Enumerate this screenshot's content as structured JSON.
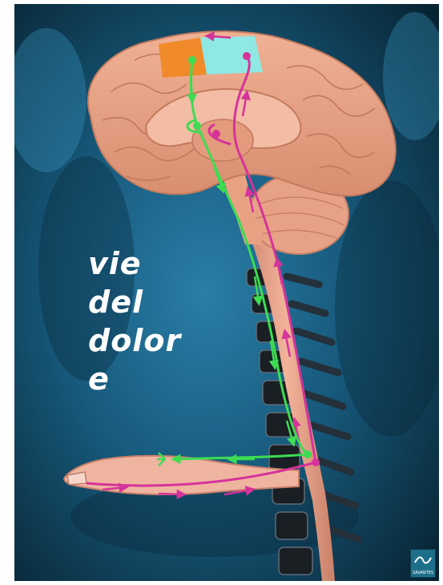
{
  "caption": {
    "lines": [
      "vie",
      "del",
      "dolor",
      "e"
    ]
  },
  "logo": {
    "text": "SAVANTES"
  },
  "colors": {
    "background": "#0d2f44",
    "brain": "#e9a184",
    "motor_cortex": "#f08a2a",
    "sensory_cortex": "#8fe8e3",
    "motor_pathway": "#3ddc52",
    "sensory_pathway": "#d6339a",
    "vertebrae": "#1a1f24",
    "finger": "#eeb4a0"
  }
}
